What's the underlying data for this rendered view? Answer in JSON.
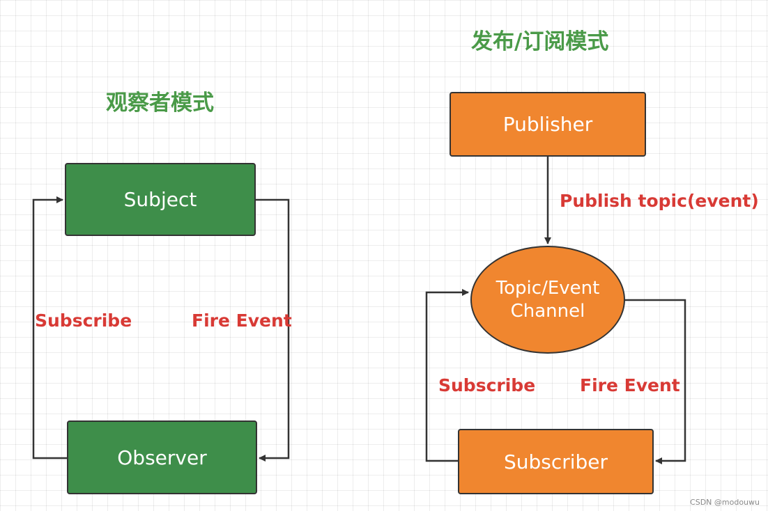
{
  "colors": {
    "green": "#3e8e4a",
    "orange": "#f0862f",
    "title_green": "#4a9a48",
    "label_red": "#d83a35",
    "line": "#333333"
  },
  "observer_pattern": {
    "title": "观察者模式",
    "subject": "Subject",
    "observer": "Observer",
    "subscribe_label": "Subscribe",
    "fire_event_label": "Fire Event"
  },
  "pubsub_pattern": {
    "title": "发布/订阅模式",
    "publisher": "Publisher",
    "publish_label": "Publish topic(event)",
    "channel": "Topic/Event\nChannel",
    "subscriber": "Subscriber",
    "subscribe_label": "Subscribe",
    "fire_event_label": "Fire Event"
  },
  "watermark": "CSDN @modouwu"
}
